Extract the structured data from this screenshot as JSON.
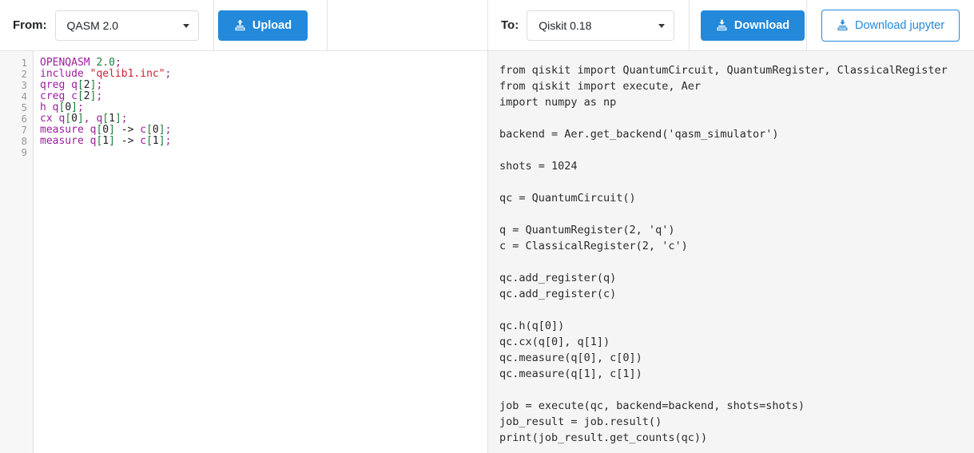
{
  "header": {
    "from_label": "From:",
    "to_label": "To:",
    "from_select": {
      "value": "QASM 2.0",
      "name": "source-format-select",
      "caret_icon": "chevron-down-icon"
    },
    "to_select": {
      "value": "Qiskit 0.18",
      "name": "target-format-select",
      "caret_icon": "chevron-down-icon"
    },
    "upload_button": {
      "label": "Upload",
      "icon": "upload-icon"
    },
    "download_button": {
      "label": "Download",
      "icon": "download-icon"
    },
    "download_jupyter_button": {
      "label": "Download jupyter",
      "icon": "download-icon"
    }
  },
  "editor": {
    "name": "qasm-source-editor",
    "line_numbers": [
      "1",
      "2",
      "3",
      "4",
      "5",
      "6",
      "7",
      "8",
      "9"
    ],
    "lines": [
      [
        {
          "text": "OPENQASM",
          "cls": "t-kw"
        },
        {
          "text": " ",
          "cls": "t-pl"
        },
        {
          "text": "2.0",
          "cls": "t-num"
        },
        {
          "text": ";",
          "cls": "t-kw"
        }
      ],
      [
        {
          "text": "include",
          "cls": "t-kw"
        },
        {
          "text": " ",
          "cls": "t-pl"
        },
        {
          "text": "\"qelib1.inc\"",
          "cls": "t-str"
        },
        {
          "text": ";",
          "cls": "t-kw"
        }
      ],
      [
        {
          "text": "qreg",
          "cls": "t-kw"
        },
        {
          "text": " ",
          "cls": "t-pl"
        },
        {
          "text": "q",
          "cls": "t-kw"
        },
        {
          "text": "[",
          "cls": "t-brk"
        },
        {
          "text": "2",
          "cls": "t-pl"
        },
        {
          "text": "]",
          "cls": "t-brk"
        },
        {
          "text": ";",
          "cls": "t-kw"
        }
      ],
      [
        {
          "text": "creg",
          "cls": "t-kw"
        },
        {
          "text": " ",
          "cls": "t-pl"
        },
        {
          "text": "c",
          "cls": "t-kw"
        },
        {
          "text": "[",
          "cls": "t-brk"
        },
        {
          "text": "2",
          "cls": "t-pl"
        },
        {
          "text": "]",
          "cls": "t-brk"
        },
        {
          "text": ";",
          "cls": "t-kw"
        }
      ],
      [
        {
          "text": "h",
          "cls": "t-kw"
        },
        {
          "text": " ",
          "cls": "t-pl"
        },
        {
          "text": "q",
          "cls": "t-kw"
        },
        {
          "text": "[",
          "cls": "t-brk"
        },
        {
          "text": "0",
          "cls": "t-pl"
        },
        {
          "text": "]",
          "cls": "t-brk"
        },
        {
          "text": ";",
          "cls": "t-kw"
        }
      ],
      [
        {
          "text": "cx",
          "cls": "t-kw"
        },
        {
          "text": " ",
          "cls": "t-pl"
        },
        {
          "text": "q",
          "cls": "t-kw"
        },
        {
          "text": "[",
          "cls": "t-brk"
        },
        {
          "text": "0",
          "cls": "t-pl"
        },
        {
          "text": "]",
          "cls": "t-brk"
        },
        {
          "text": ",",
          "cls": "t-kw"
        },
        {
          "text": " ",
          "cls": "t-pl"
        },
        {
          "text": "q",
          "cls": "t-kw"
        },
        {
          "text": "[",
          "cls": "t-brk"
        },
        {
          "text": "1",
          "cls": "t-pl"
        },
        {
          "text": "]",
          "cls": "t-brk"
        },
        {
          "text": ";",
          "cls": "t-kw"
        }
      ],
      [
        {
          "text": "measure",
          "cls": "t-kw"
        },
        {
          "text": " ",
          "cls": "t-pl"
        },
        {
          "text": "q",
          "cls": "t-kw"
        },
        {
          "text": "[",
          "cls": "t-brk"
        },
        {
          "text": "0",
          "cls": "t-pl"
        },
        {
          "text": "]",
          "cls": "t-brk"
        },
        {
          "text": " -> ",
          "cls": "t-pl"
        },
        {
          "text": "c",
          "cls": "t-kw"
        },
        {
          "text": "[",
          "cls": "t-brk"
        },
        {
          "text": "0",
          "cls": "t-pl"
        },
        {
          "text": "]",
          "cls": "t-brk"
        },
        {
          "text": ";",
          "cls": "t-kw"
        }
      ],
      [
        {
          "text": "measure",
          "cls": "t-kw"
        },
        {
          "text": " ",
          "cls": "t-pl"
        },
        {
          "text": "q",
          "cls": "t-kw"
        },
        {
          "text": "[",
          "cls": "t-brk"
        },
        {
          "text": "1",
          "cls": "t-pl"
        },
        {
          "text": "]",
          "cls": "t-brk"
        },
        {
          "text": " -> ",
          "cls": "t-pl"
        },
        {
          "text": "c",
          "cls": "t-kw"
        },
        {
          "text": "[",
          "cls": "t-brk"
        },
        {
          "text": "1",
          "cls": "t-pl"
        },
        {
          "text": "]",
          "cls": "t-brk"
        },
        {
          "text": ";",
          "cls": "t-kw"
        }
      ],
      []
    ]
  },
  "output": {
    "name": "qiskit-output-panel",
    "lines": [
      "from qiskit import QuantumCircuit, QuantumRegister, ClassicalRegister",
      "from qiskit import execute, Aer",
      "import numpy as np",
      "",
      "backend = Aer.get_backend('qasm_simulator')",
      "",
      "shots = 1024",
      "",
      "qc = QuantumCircuit()",
      "",
      "q = QuantumRegister(2, 'q')",
      "c = ClassicalRegister(2, 'c')",
      "",
      "qc.add_register(q)",
      "qc.add_register(c)",
      "",
      "qc.h(q[0])",
      "qc.cx(q[0], q[1])",
      "qc.measure(q[0], c[0])",
      "qc.measure(q[1], c[1])",
      "",
      "job = execute(qc, backend=backend, shots=shots)",
      "job_result = job.result()",
      "print(job_result.get_counts(qc))"
    ]
  },
  "colors": {
    "primary": "#2389da",
    "keyword": "#9b1f9b",
    "number": "#1a7f37",
    "string": "#cc2233",
    "panel_bg": "#f5f5f5"
  }
}
